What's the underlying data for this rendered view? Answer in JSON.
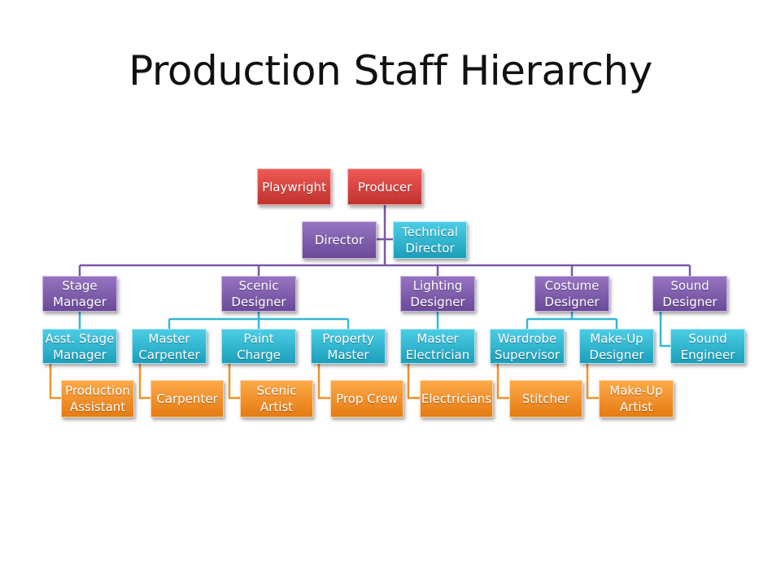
{
  "title": "Production Staff Hierarchy",
  "colors": {
    "red": "#d9433e",
    "purple": "#7a58aa",
    "cyan": "#33b8d3",
    "orange": "#f3922a"
  },
  "nodes": {
    "playwright": "Playwright",
    "producer": "Producer",
    "director": "Director",
    "technical_director": "Technical\nDirector",
    "stage_manager": "Stage\nManager",
    "scenic_designer": "Scenic\nDesigner",
    "lighting_designer": "Lighting\nDesigner",
    "costume_designer": "Costume\nDesigner",
    "sound_designer": "Sound\nDesigner",
    "asst_stage_manager": "Asst. Stage\nManager",
    "master_carpenter": "Master\nCarpenter",
    "paint_charge": "Paint\nCharge",
    "property_master": "Property\nMaster",
    "master_electrician": "Master\nElectrician",
    "wardrobe_supervisor": "Wardrobe\nSupervisor",
    "makeup_designer": "Make-Up\nDesigner",
    "sound_engineer": "Sound\nEngineer",
    "production_assistant": "Production\nAssistant",
    "carpenter": "Carpenter",
    "scenic_artist": "Scenic\nArtist",
    "prop_crew": "Prop Crew",
    "electricians": "Electricians",
    "stitcher": "Stitcher",
    "makeup_artist": "Make-Up\nArtist"
  }
}
